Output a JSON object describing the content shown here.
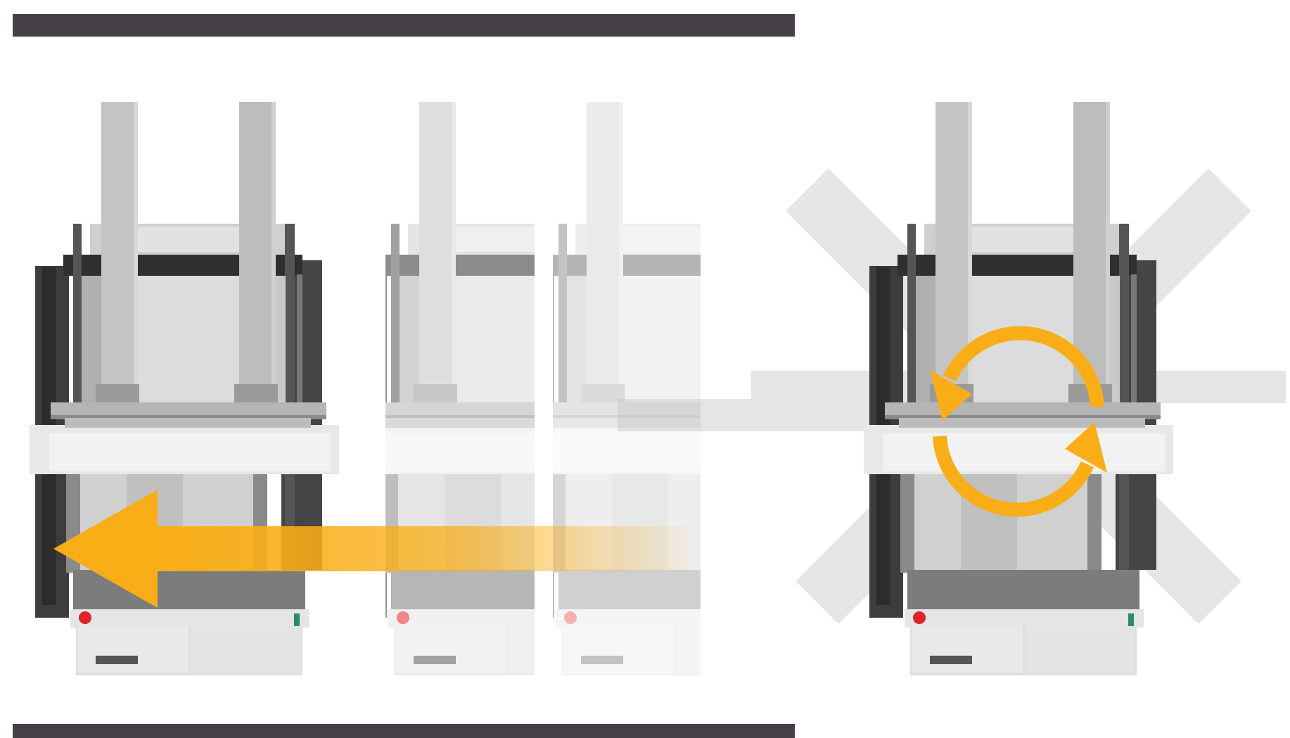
{
  "colors": {
    "frame_bar": "#473f47",
    "arrow": "#f9ae17",
    "machine_dark": "#3d3d3d",
    "machine_mid": "#8a8a8a",
    "machine_light": "#d6d6d6",
    "panel": "#e8e8e8",
    "estop": "#e0222a"
  },
  "views": [
    {
      "name": "translation",
      "motion": "move-left",
      "ghost_opacities": [
        0.55,
        0.35
      ]
    },
    {
      "name": "rotation",
      "motion": "rotate",
      "ghost_opacities": [
        0.45
      ]
    }
  ],
  "icons": {
    "translation_arrow": "arrow-left-icon",
    "rotation_arrows": "circular-arrows-icon",
    "emergency_stop": "emergency-stop-icon",
    "signal_light": "signal-light-icon"
  }
}
